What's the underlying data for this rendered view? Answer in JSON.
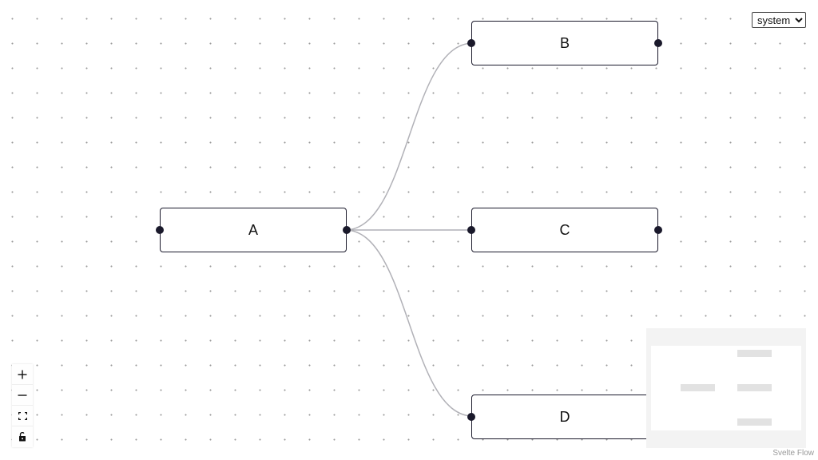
{
  "theme_select": {
    "selected": "system",
    "options": [
      "system"
    ]
  },
  "nodes": [
    {
      "id": "A",
      "label": "A"
    },
    {
      "id": "B",
      "label": "B"
    },
    {
      "id": "C",
      "label": "C"
    },
    {
      "id": "D",
      "label": "D"
    }
  ],
  "edges": [
    {
      "source": "A",
      "target": "B"
    },
    {
      "source": "A",
      "target": "C"
    },
    {
      "source": "A",
      "target": "D"
    }
  ],
  "controls": {
    "zoom_in": "zoom-in-icon",
    "zoom_out": "zoom-out-icon",
    "fit_view": "fit-view-icon",
    "lock": "lock-icon"
  },
  "attribution": "Svelte Flow",
  "colors": {
    "node_border": "#1a192b",
    "handle": "#1a192b",
    "edge": "#b1b1b7",
    "minimap_bg": "#f3f3f3",
    "minimap_node": "#e2e2e2"
  }
}
